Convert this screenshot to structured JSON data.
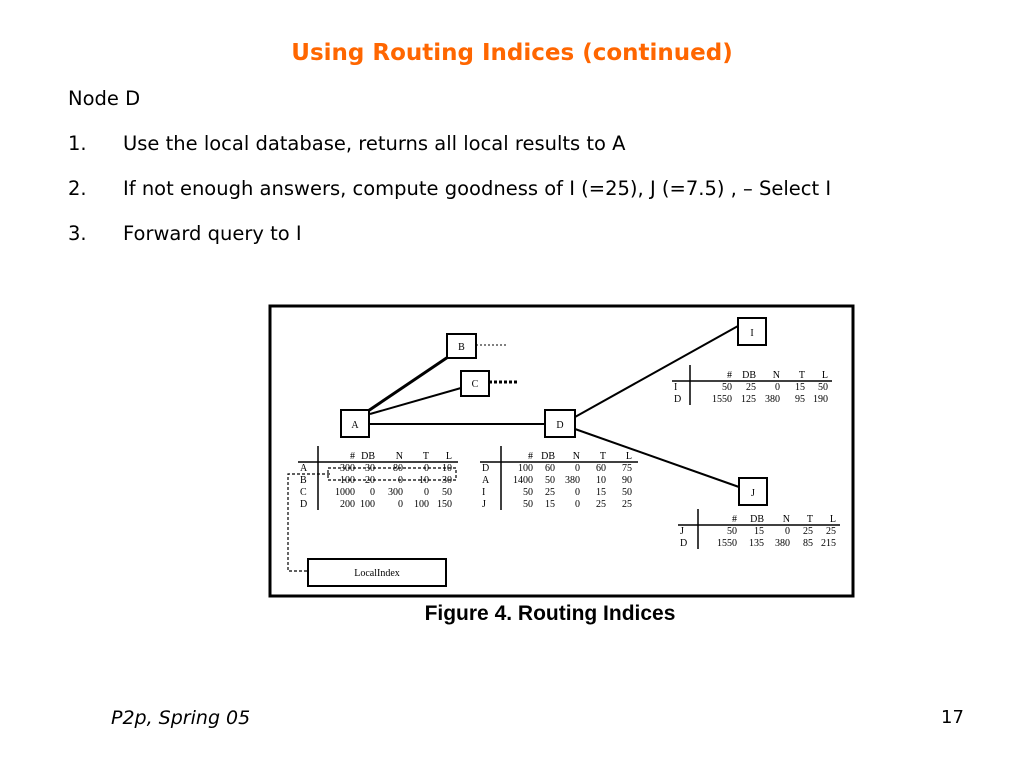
{
  "slide": {
    "title": "Using Routing Indices (continued)",
    "node_heading": "Node D",
    "items": [
      {
        "num": "1.",
        "text": "Use the local database, returns all local results to A"
      },
      {
        "num": "2.",
        "text": "If not enough answers, compute goodness of I (=25), J (=7.5) , – Select I"
      },
      {
        "num": "3.",
        "text": "Forward query to I"
      }
    ]
  },
  "figure": {
    "caption": "Figure 4. Routing Indices",
    "nodes": {
      "A": "A",
      "B": "B",
      "C": "C",
      "D": "D",
      "I": "I",
      "J": "J"
    },
    "local_index_label": "LocalIndex",
    "table_headers": [
      "#",
      "DB",
      "N",
      "T",
      "L"
    ],
    "table_A": [
      [
        "A",
        "300",
        "30",
        "80",
        "0",
        "10"
      ],
      [
        "B",
        "100",
        "20",
        "0",
        "10",
        "30"
      ],
      [
        "C",
        "1000",
        "0",
        "300",
        "0",
        "50"
      ],
      [
        "D",
        "200",
        "100",
        "0",
        "100",
        "150"
      ]
    ],
    "table_D": [
      [
        "D",
        "100",
        "60",
        "0",
        "60",
        "75"
      ],
      [
        "A",
        "1400",
        "50",
        "380",
        "10",
        "90"
      ],
      [
        "I",
        "50",
        "25",
        "0",
        "15",
        "50"
      ],
      [
        "J",
        "50",
        "15",
        "0",
        "25",
        "25"
      ]
    ],
    "table_I": [
      [
        "I",
        "50",
        "25",
        "0",
        "15",
        "50"
      ],
      [
        "D",
        "1550",
        "125",
        "380",
        "95",
        "190"
      ]
    ],
    "table_J": [
      [
        "J",
        "50",
        "15",
        "0",
        "25",
        "25"
      ],
      [
        "D",
        "1550",
        "135",
        "380",
        "85",
        "215"
      ]
    ]
  },
  "footer": {
    "course": "P2p, Spring 05",
    "page": "17"
  },
  "colors": {
    "title": "#ff6600",
    "text": "#000000"
  }
}
